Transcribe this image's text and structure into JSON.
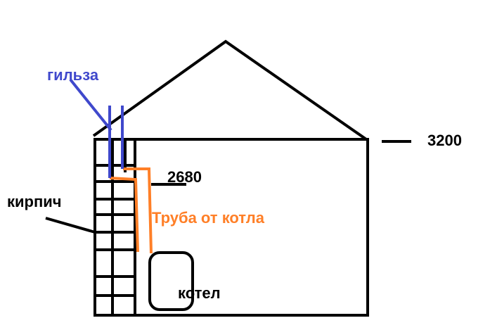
{
  "labels": {
    "sleeve": "гильза",
    "brick": "кирпич",
    "height_ridge": "3200",
    "height_ceiling": "2680",
    "boiler_pipe": "Труба от котла",
    "boiler": "котел"
  },
  "colors": {
    "ink": "#000000",
    "sleeve": "#3f48cc",
    "pipe": "#ff7f27",
    "background": "#ffffff"
  }
}
